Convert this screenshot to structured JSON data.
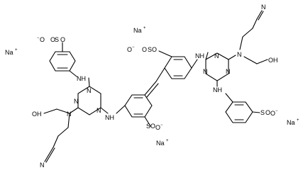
{
  "molecule": {
    "atoms": {
      "na": "Na",
      "na_charge": "+",
      "nh": "NH",
      "n": "N",
      "oh": "OH",
      "o": "O",
      "o_charge": "−",
      "s": "S"
    }
  }
}
